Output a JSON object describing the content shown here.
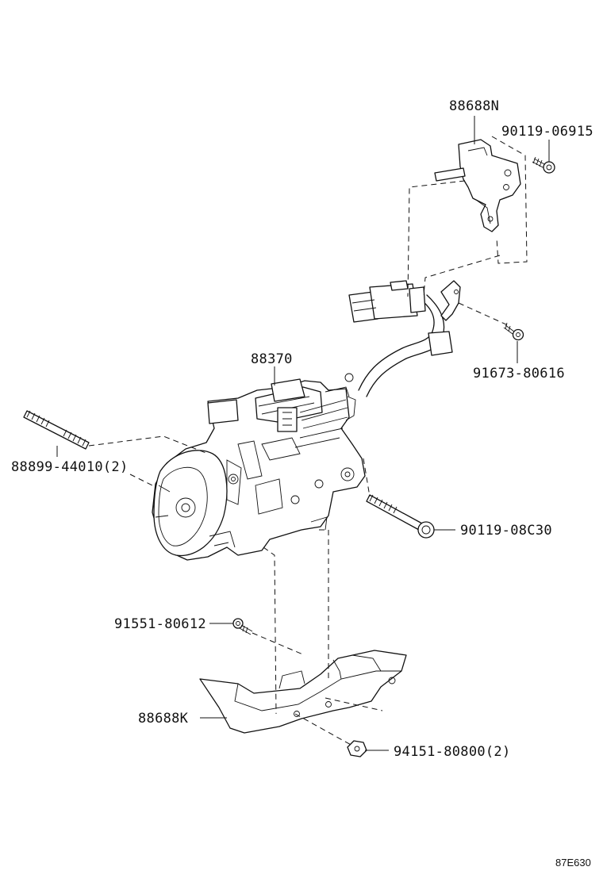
{
  "diagram": {
    "labels": {
      "bracket_upper": "88688N",
      "bolt_upper": "90119-06915",
      "bolt_wire": "91673-80616",
      "compressor": "88370",
      "stud": "88899-44010(2)",
      "bolt_long": "90119-08C30",
      "bolt_small": "91551-80612",
      "bracket_lower": "88688K",
      "nut": "94151-80800(2)"
    },
    "figure_code": "87E630"
  }
}
